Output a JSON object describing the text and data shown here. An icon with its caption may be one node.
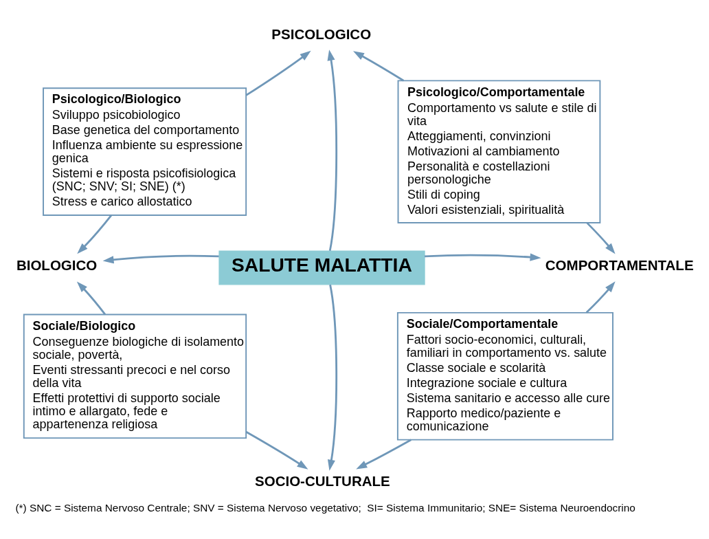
{
  "diagram": {
    "caption": "(*) SNC = Sistema Nervoso Centrale; SNV = Sistema Nervoso vegetativo;  SI= Sistema Immunitario; SNE= Sistema Neuroendocrino",
    "nodes": [
      {
        "text": [
          "PSICOLOGICO"
        ]
      },
      {
        "text": [
          "Psicologico/Biologico",
          "Sviluppo psicobiologico",
          "Base genetica del comportamento",
          "Influenza ambiente su espressione genica",
          "Sistemi e risposta psicofisiologica (SNC; SNV; SI; SNE) (*)",
          "Stress e carico allostatico"
        ]
      },
      {
        "text": [
          "Psicologico/Comportamentale",
          "Comportamento vs salute e stile di vita",
          "Atteggiamenti, convinzioni",
          "Motivazioni al cambiamento",
          "Personalità e costellazioni personologiche",
          "Stili di coping",
          "Valori esistenziali, spiritualità"
        ]
      },
      {
        "text": [
          "BIOLOGICO"
        ]
      },
      {
        "text": [
          "SALUTE MALATTIA"
        ]
      },
      {
        "text": [
          "COMPORTAMENTALE"
        ]
      },
      {
        "text": [
          "Sociale/Biologico",
          "Conseguenze biologiche di isolamento sociale, povertà,",
          "Eventi stressanti precoci e nel corso della vita",
          "Effetti protettivi di supporto sociale intimo e allargato, fede e appartenenza religiosa"
        ]
      },
      {
        "text": [
          "Sociale/Comportamentale",
          "Fattori socio-economici, culturali, familiari in comportamento vs. salute",
          "Classe sociale e scolarità",
          "Integrazione sociale e cultura",
          "Sistema sanitario e accesso alle cure",
          "Rapporto medico/paziente e comunicazione"
        ]
      },
      {
        "text": [
          "SOCIO-CULTURALE"
        ]
      }
    ],
    "edges": [
      {
        "from": 1,
        "to": 0,
        "arrow": "to"
      },
      {
        "from": 2,
        "to": 0,
        "arrow": "to"
      },
      {
        "from": 4,
        "to": 0,
        "arrow": "to"
      },
      {
        "from": 1,
        "to": 3,
        "arrow": "to"
      },
      {
        "from": 2,
        "to": 5,
        "arrow": "to"
      },
      {
        "from": 4,
        "to": 3,
        "arrow": "to"
      },
      {
        "from": 4,
        "to": 5,
        "arrow": "to"
      },
      {
        "from": 6,
        "to": 3,
        "arrow": "to"
      },
      {
        "from": 7,
        "to": 5,
        "arrow": "to"
      },
      {
        "from": 4,
        "to": 8,
        "arrow": "to"
      },
      {
        "from": 6,
        "to": 8,
        "arrow": "to"
      },
      {
        "from": 7,
        "to": 8,
        "arrow": "to"
      }
    ]
  }
}
